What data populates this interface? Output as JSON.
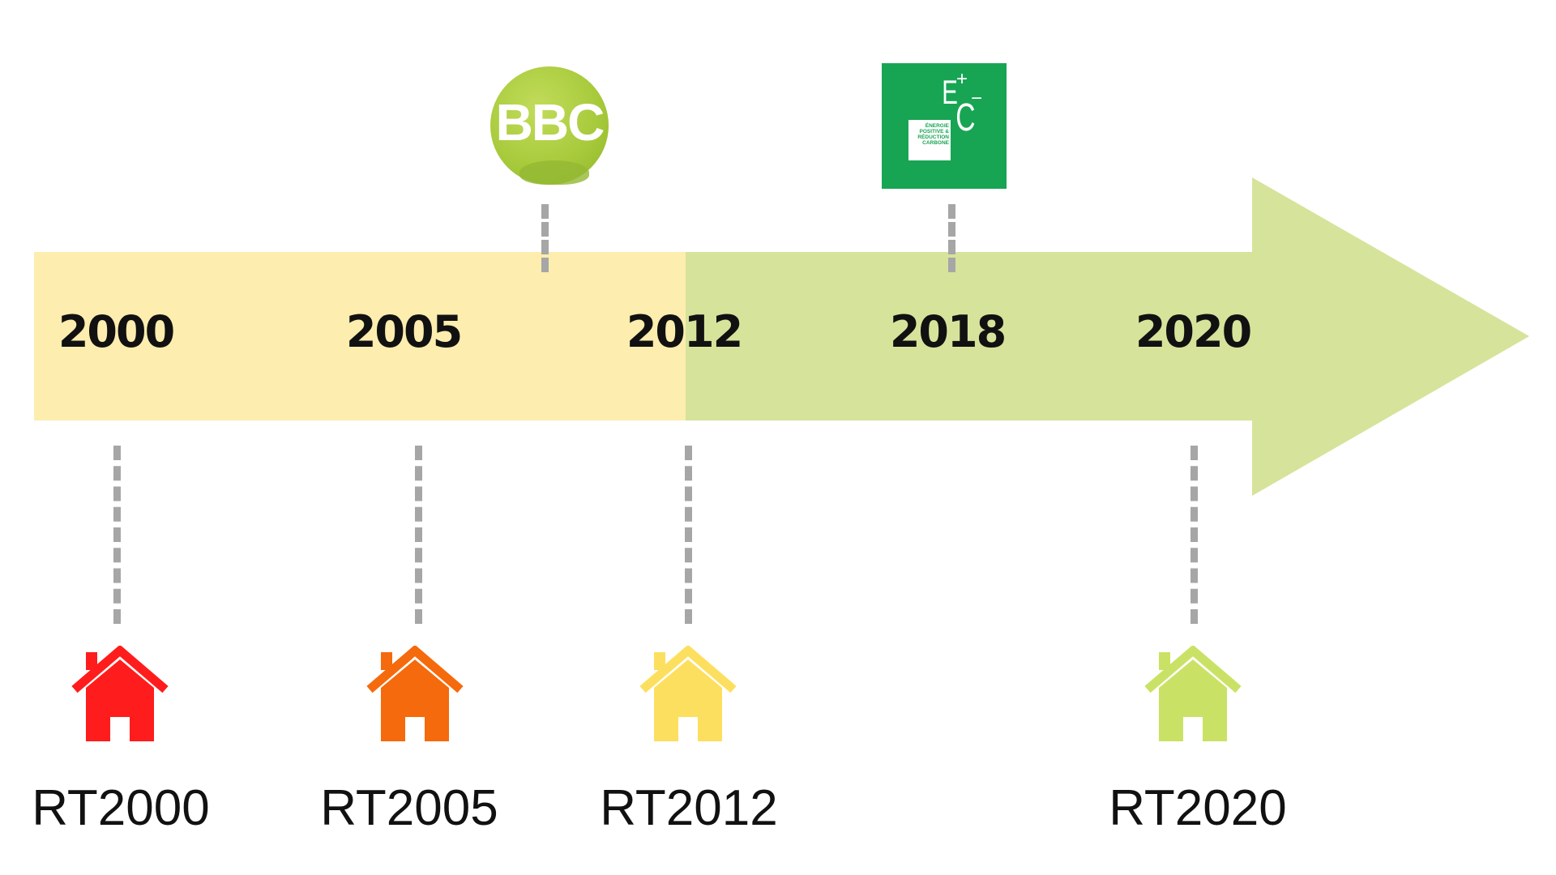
{
  "timeline": {
    "years": [
      "2000",
      "2005",
      "2012",
      "2018",
      "2020"
    ],
    "regulations": [
      {
        "label": "RT2000",
        "color": "#ff1c1c"
      },
      {
        "label": "RT2005",
        "color": "#f56a0c"
      },
      {
        "label": "RT2012",
        "color": "#fddf5f"
      },
      {
        "label": "RT2020",
        "color": "#c9e266"
      }
    ],
    "colors": {
      "bar_early": "#fdedae",
      "bar_late": "#d6e39b",
      "dash": "#a6a6a6"
    }
  },
  "logos": {
    "bbc": {
      "text": "BBC",
      "color": "#a6c93a"
    },
    "e_plus_c_minus": {
      "e": "E",
      "plus": "+",
      "c": "C",
      "minus": "−",
      "caption": [
        "ÉNERGIE",
        "POSITIVE &",
        "RÉDUCTION",
        "CARBONE"
      ],
      "color": "#17a553"
    }
  }
}
